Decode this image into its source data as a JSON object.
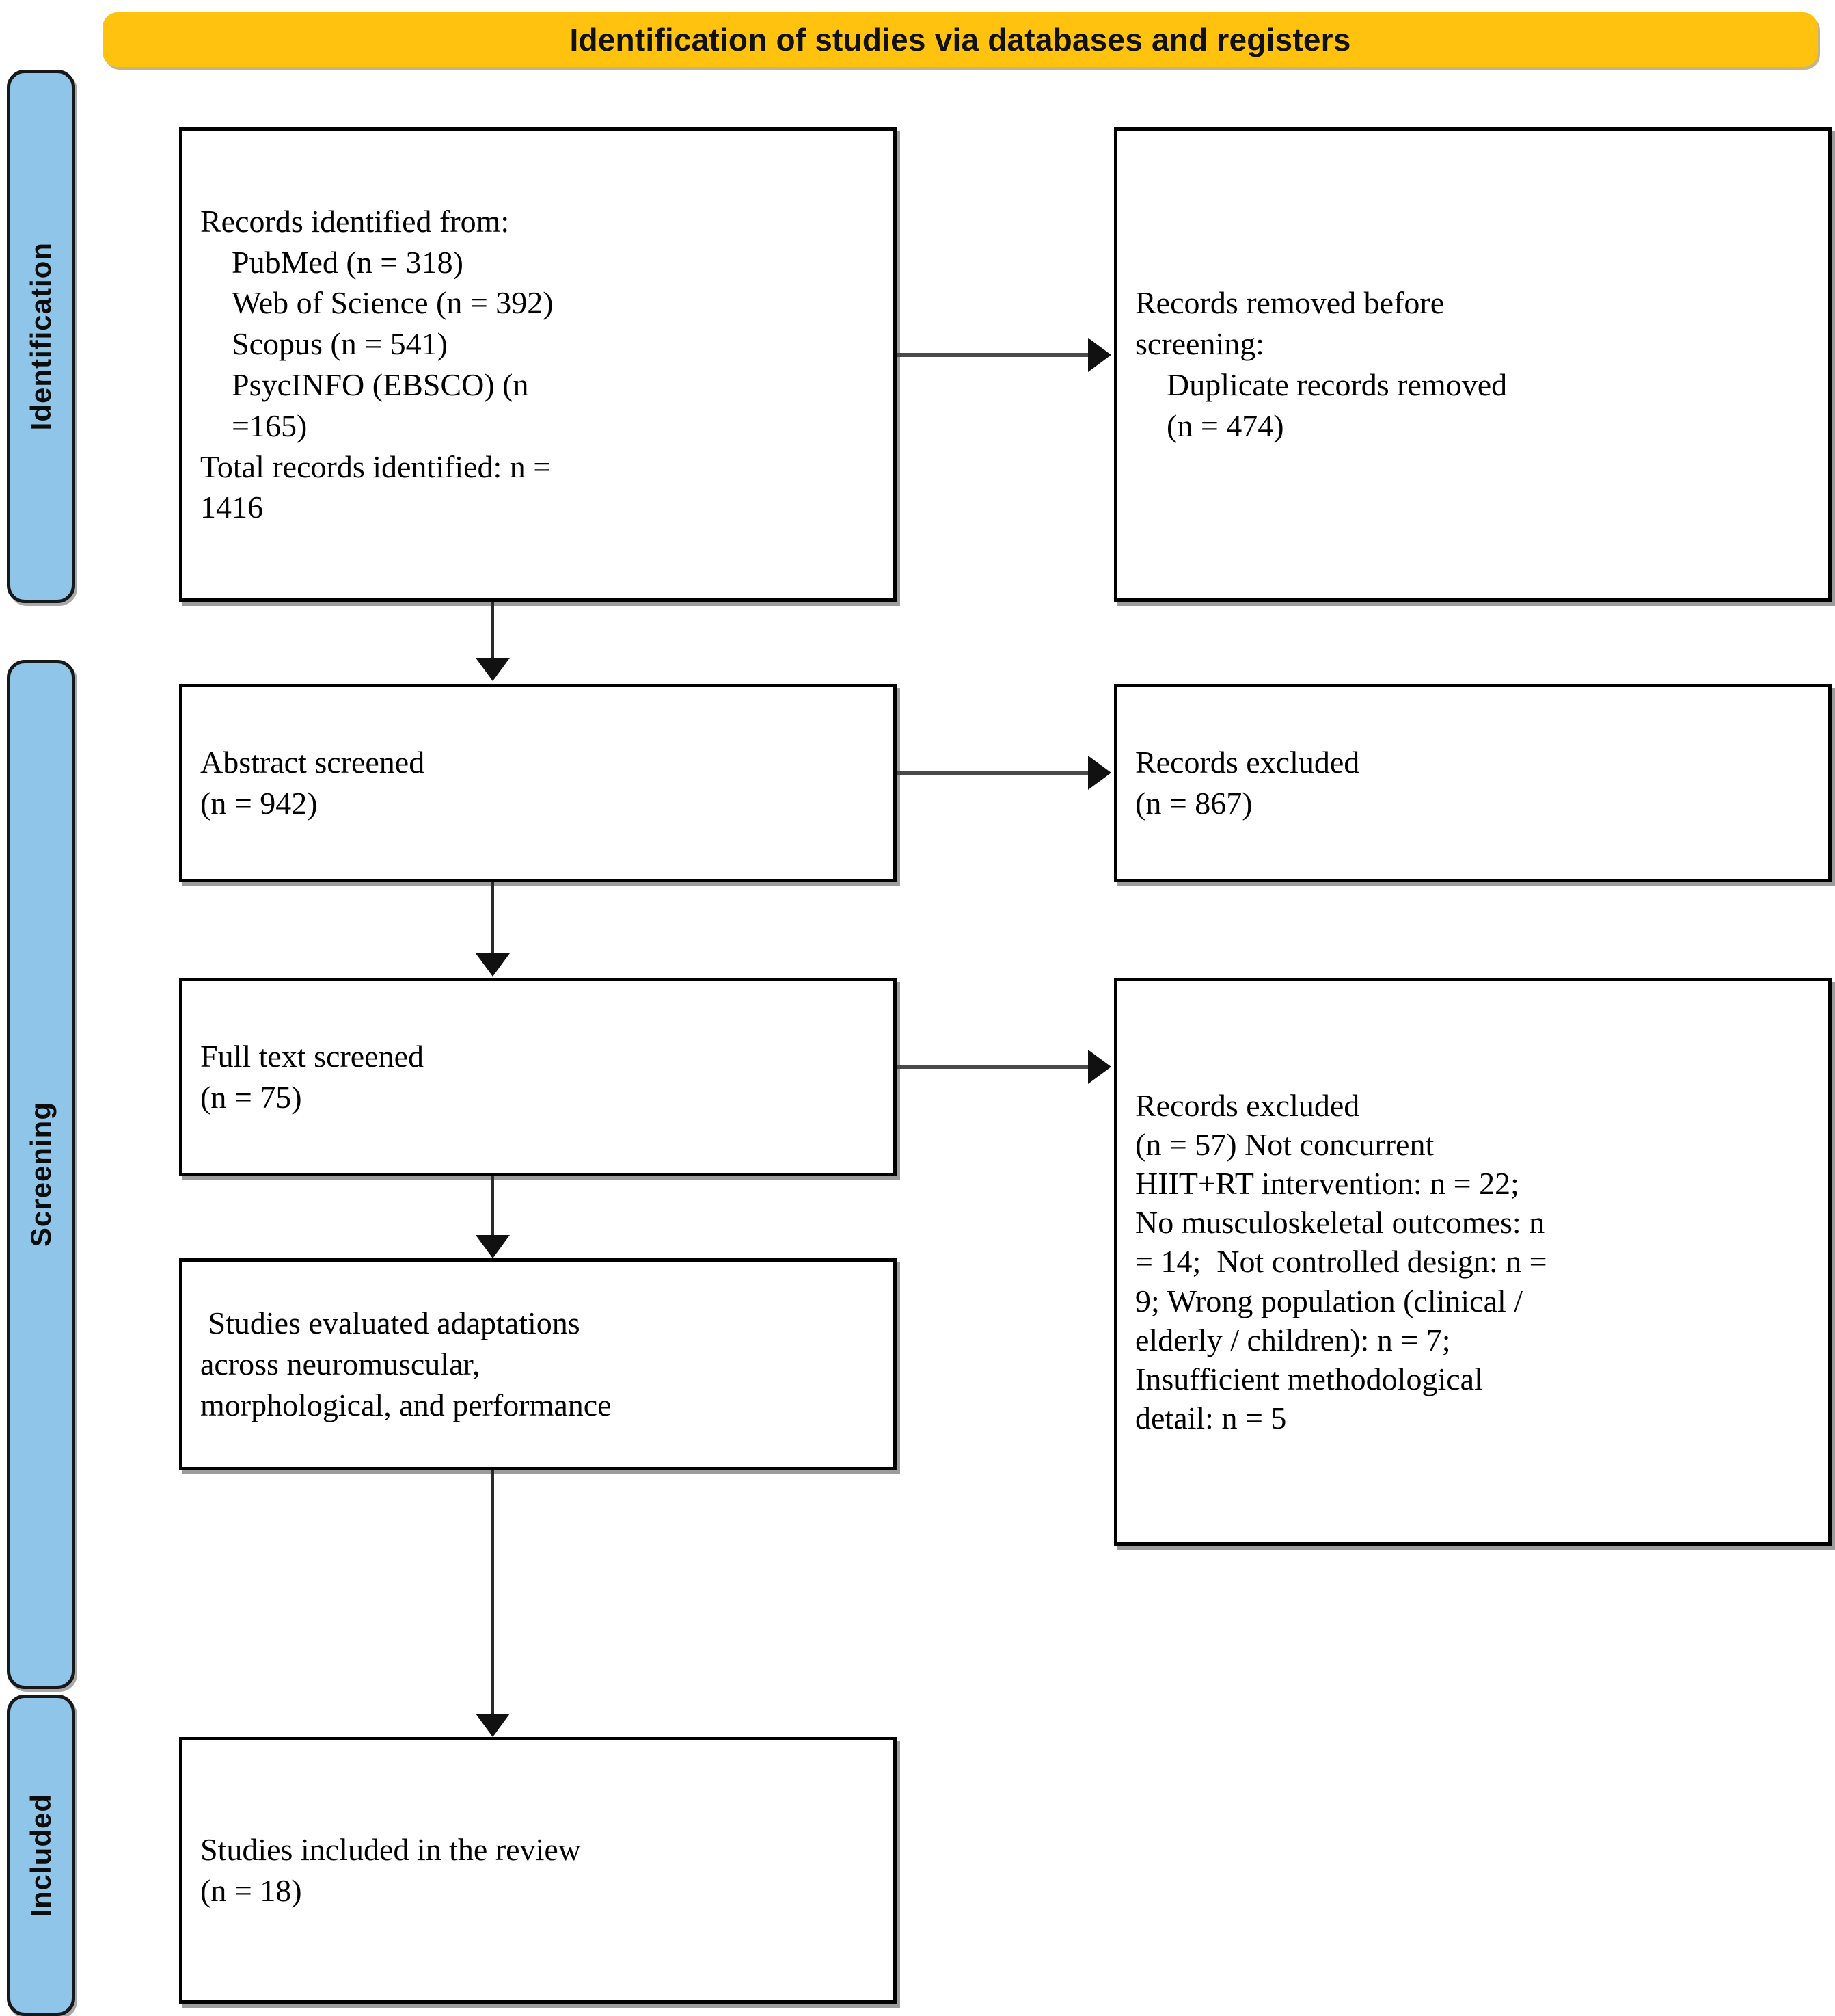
{
  "banner": {
    "title": "Identification of studies via databases and registers",
    "color": "#FFC20E"
  },
  "stages": {
    "color": "#8EC5E8",
    "identification": "Identification",
    "screening": "Screening",
    "included": "Included"
  },
  "boxes": {
    "identified": "Records identified from:\n    PubMed (n = 318)\n    Web of Science (n = 392)\n    Scopus (n = 541)\n    PsycINFO (EBSCO) (n\n    =165)\nTotal records identified: n =\n1416",
    "removed": "Records removed before\nscreening:\n    Duplicate records removed\n    (n = 474)",
    "abstract_screened": "Abstract screened\n(n = 942)",
    "excluded_abstract": "Records excluded\n(n = 867)",
    "fulltext_screened": "Full text screened\n(n = 75)",
    "excluded_fulltext": "Records excluded\n(n = 57) Not concurrent\nHIIT+RT intervention: n = 22;\nNo musculoskeletal outcomes: n\n= 14;  Not controlled design: n =\n9; Wrong population (clinical /\nelderly / children): n = 7;\nInsufficient methodological\ndetail: n = 5",
    "evaluated": " Studies evaluated adaptations\nacross neuromuscular,\nmorphological, and performance",
    "included": "Studies included in the review\n(n = 18)"
  },
  "counts": {
    "pubmed": 318,
    "web_of_science": 392,
    "scopus": 541,
    "psycinfo_ebsco": 165,
    "total_identified": 1416,
    "duplicates_removed": 474,
    "abstract_screened": 942,
    "records_excluded_abstract": 867,
    "full_text_screened": 75,
    "records_excluded_fulltext": 57,
    "not_concurrent_hiit_rt": 22,
    "no_musculoskeletal_outcomes": 14,
    "not_controlled_design": 9,
    "wrong_population": 7,
    "insufficient_methodological_detail": 5,
    "studies_included": 18
  }
}
